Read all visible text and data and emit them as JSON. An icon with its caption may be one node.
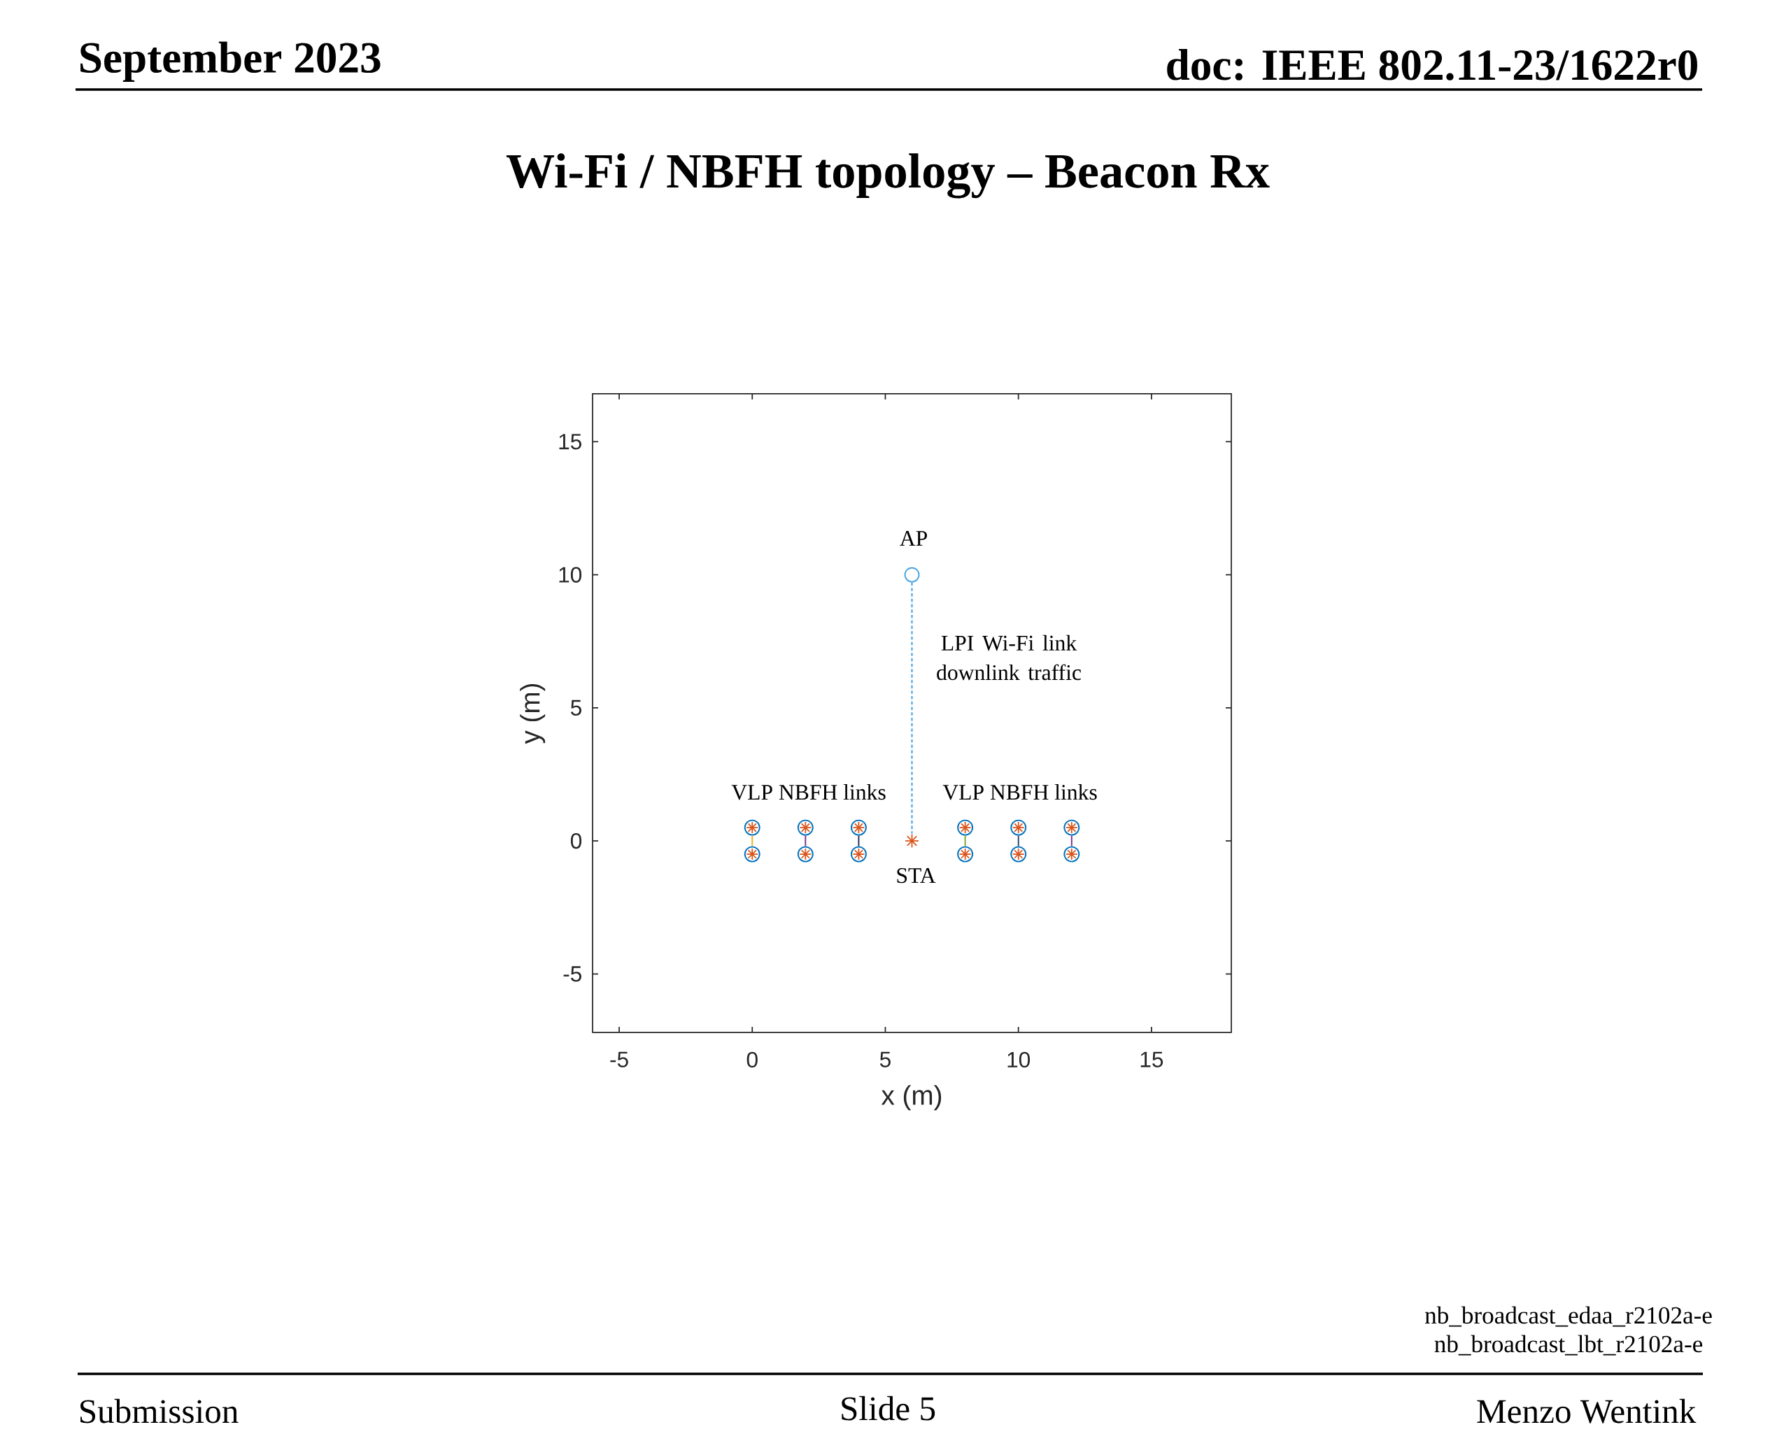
{
  "diagram": {
    "title": "Wi-Fi / NBFH topology – Beacon Rx",
    "nodes": [
      {
        "text": [],
        "shape": "circle",
        "beside": [
          "AP"
        ]
      },
      {
        "text": [],
        "shape": "asterisk",
        "beside": [
          "STA"
        ]
      },
      {
        "text": [],
        "shape": "circled-asterisk"
      },
      {
        "text": [],
        "shape": "circled-asterisk"
      },
      {
        "text": [],
        "shape": "circled-asterisk"
      },
      {
        "text": [],
        "shape": "circled-asterisk"
      },
      {
        "text": [],
        "shape": "circled-asterisk"
      },
      {
        "text": [],
        "shape": "circled-asterisk"
      },
      {
        "text": [],
        "shape": "circled-asterisk"
      },
      {
        "text": [],
        "shape": "circled-asterisk"
      },
      {
        "text": [],
        "shape": "circled-asterisk"
      },
      {
        "text": [],
        "shape": "circled-asterisk"
      },
      {
        "text": [],
        "shape": "circled-asterisk"
      },
      {
        "text": [],
        "shape": "circled-asterisk"
      }
    ],
    "edges": [
      {
        "from": 0,
        "to": 1,
        "arrow": "none",
        "label": "LPI Wi-Fi link downlink traffic",
        "style": "dashed",
        "color": "#3d9bdc"
      },
      {
        "from": 2,
        "to": 8,
        "arrow": "none",
        "color": "#edb120"
      },
      {
        "from": 3,
        "to": 9,
        "arrow": "none",
        "color": "#7e2f8e"
      },
      {
        "from": 4,
        "to": 10,
        "arrow": "none",
        "color": "#1c2d5a"
      },
      {
        "from": 5,
        "to": 11,
        "arrow": "none",
        "color": "#77ac30"
      },
      {
        "from": 6,
        "to": 12,
        "arrow": "none",
        "color": "#24466e"
      },
      {
        "from": 7,
        "to": 13,
        "arrow": "none",
        "color": "#7e2f8e"
      }
    ],
    "labels": [
      "September 2023",
      "doc: IEEE 802.11-23/1622r0",
      "VLP NBFH links",
      "VLP NBFH links",
      "nb_broadcast_edaa_r2102a-e",
      "nb_broadcast_lbt_r2102a-e",
      "Submission",
      "Slide 5",
      "Menzo Wentink"
    ],
    "chart_data": {
      "type": "scatter",
      "xlabel": "x (m)",
      "ylabel": "y (m)",
      "xlim": [
        -6,
        18
      ],
      "ylim": [
        -7.2,
        16.8
      ],
      "xticks": [
        -5,
        0,
        5,
        10,
        15
      ],
      "yticks": [
        -5,
        0,
        5,
        10,
        15
      ]
    }
  }
}
